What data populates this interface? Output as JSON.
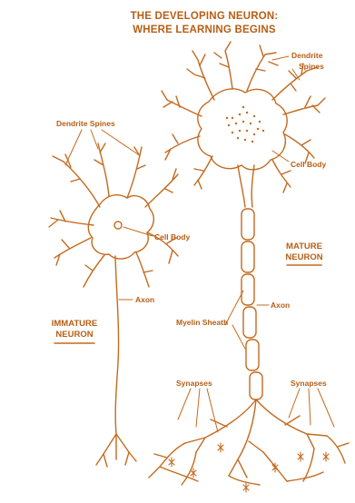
{
  "title": {
    "line1": "THE DEVELOPING NEURON:",
    "line2": "WHERE LEARNING BEGINS"
  },
  "immature": {
    "heading_line1": "IMMATURE",
    "heading_line2": "NEURON",
    "dendrite_spines": "Dendrite Spines",
    "cell_body": "Cell Body",
    "axon": "Axon"
  },
  "mature": {
    "heading_line1": "MATURE",
    "heading_line2": "NEURON",
    "dendrite": "Dendrite",
    "spines": "Spines",
    "cell_body": "Cell Body",
    "axon": "Axon",
    "myelin_sheath": "Myelin Sheath",
    "synapses_left": "Synapses",
    "synapses_right": "Synapses"
  },
  "colors": {
    "ink": "#c46a1f",
    "label": "#b65e14",
    "background": "#ffffff"
  }
}
